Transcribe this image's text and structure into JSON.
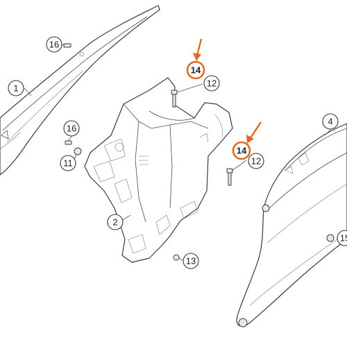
{
  "diagram": {
    "callouts": {
      "c1": "1",
      "c2": "2",
      "c4": "4",
      "c11": "11",
      "c12a": "12",
      "c12b": "12",
      "c13": "13",
      "c14a": "14",
      "c14b": "14",
      "c15": "15",
      "c16a": "16",
      "c16b": "16"
    },
    "highlight_color": "#e0691c",
    "highlighted_callouts": [
      "14",
      "14"
    ]
  }
}
